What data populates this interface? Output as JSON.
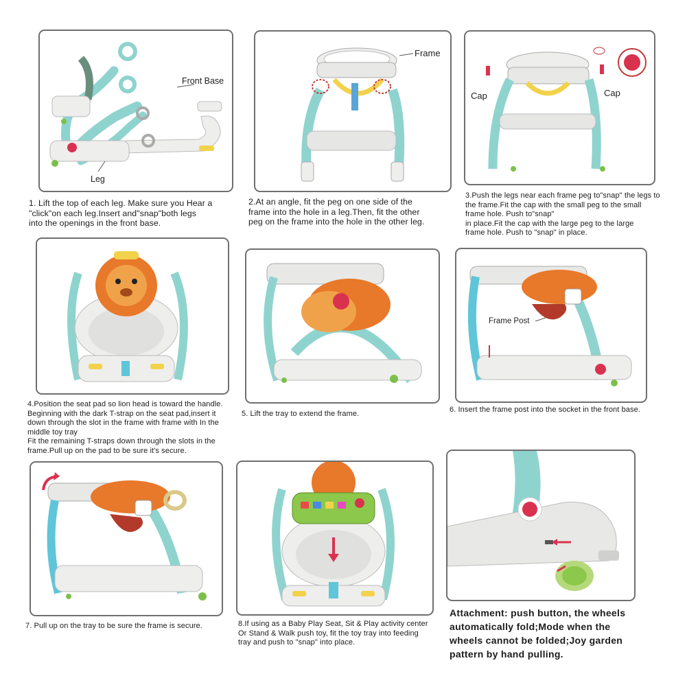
{
  "steps": [
    {
      "caption_lines": [
        "1. Lift the top of each leg. Make sure you Hear a",
        "\"click\"on each leg.Insert and\"snap\"both legs",
        "into the openings in the front base."
      ],
      "labels": {
        "front_base": "Front Base",
        "leg": "Leg"
      }
    },
    {
      "caption_lines": [
        "2.At an angle, fit the peg on one side of the",
        "frame into the hole in a leg.Then, fit the other",
        "peg on the frame into the hole in the other leg."
      ],
      "labels": {
        "frame": "Frame"
      }
    },
    {
      "caption_lines": [
        "3.Push the legs near each frame peg to\"snap\" the legs to",
        "the frame.Fit the cap with the small peg to the small",
        "frame hole. Push to\"snap\"",
        "in place.Fit the cap with the large peg to the large",
        "frame hole. Push to \"snap\" in place."
      ],
      "labels": {
        "cap_left": "Cap",
        "cap_right": "Cap"
      }
    },
    {
      "caption_lines": [
        "4.Position the seat pad so lion head is toward the handle.",
        "Beginning with the dark T-strap on the seat pad,insert it",
        "down through the slot in the frame with frame with In the",
        "middle toy tray",
        "Fit the remaining T-straps down through the slots in the",
        "frame.Pull up on the pad to be sure it's secure."
      ]
    },
    {
      "caption_lines": [
        "5.   Lift the tray to extend the frame."
      ]
    },
    {
      "caption_lines": [
        "6.   Insert the frame post into the socket in the front base."
      ],
      "labels": {
        "frame_post": "Frame Post"
      }
    },
    {
      "caption_lines": [
        "7.  Pull up on the tray to be sure the frame is secure."
      ]
    },
    {
      "caption_lines": [
        "8.If using as a Baby Play Seat, Sit & Play activity center",
        "Or Stand & Walk push toy, fit the toy tray into feeding",
        "tray and push to \"snap\" into place."
      ]
    },
    {
      "caption_lines": [
        "Attachment: push button, the wheels",
        "automatically fold;Mode when the",
        "wheels cannot be folded;Joy garden",
        "pattern by hand pulling."
      ]
    }
  ],
  "colors": {
    "frame_white": "#eeeeec",
    "leg_teal": "#8fd3cf",
    "pad_orange": "#e8782a",
    "button_red": "#d9324f",
    "border": "#6f6f6f"
  }
}
